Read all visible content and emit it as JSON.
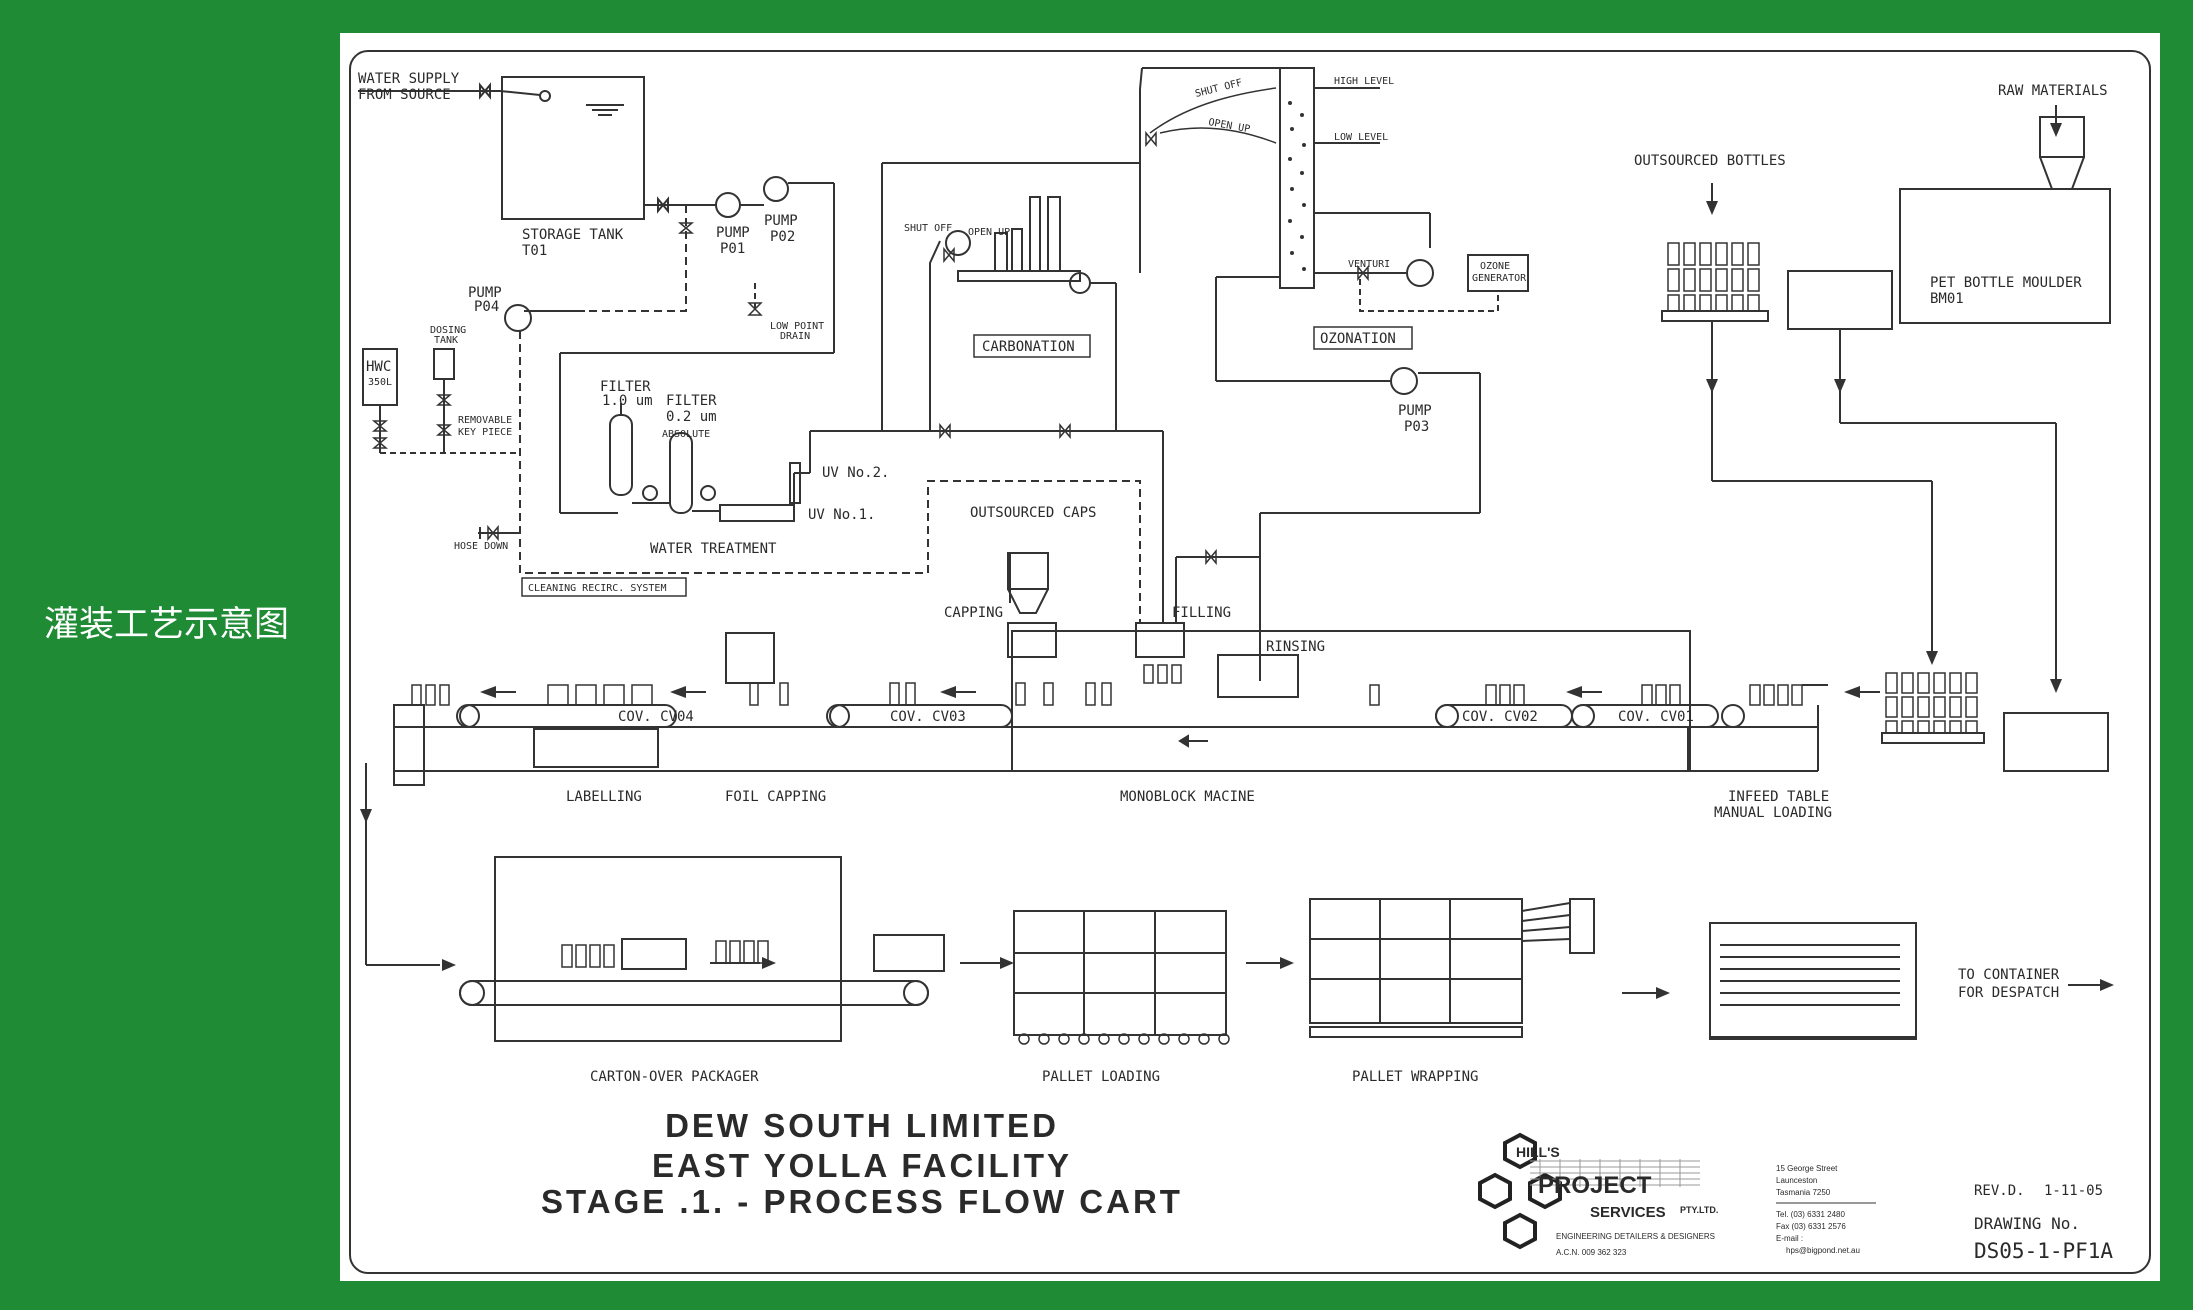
{
  "side_title": "灌装工艺示意图",
  "colors": {
    "background": "#1f8b34",
    "sheet": "#ffffff",
    "ink": "#2a2a2a"
  },
  "labels": {
    "water_supply": "WATER SUPPLY",
    "from_source": "FROM SOURCE",
    "storage_tank": "STORAGE TANK",
    "t01": "T01",
    "pump": "PUMP",
    "p01": "P01",
    "p02": "P02",
    "p03": "P03",
    "p04": "P04",
    "dosing": "DOSING",
    "tank": "TANK",
    "hwc": "HWC",
    "hwc_cap": "350L",
    "removable": "REMOVABLE",
    "key_piece": "KEY PIECE",
    "hose_down": "HOSE DOWN",
    "low_point": "LOW POINT",
    "drain": "DRAIN",
    "filter_1": "FILTER",
    "filter_1_size": "1.0 um",
    "filter_2": "FILTER",
    "filter_2_size": "0.2 um",
    "absolute": "ABSOLUTE",
    "uv2": "UV No.2.",
    "uv1": "UV No.1.",
    "water_treatment": "WATER TREATMENT",
    "cleaning": "CLEANING RECIRC. SYSTEM",
    "shut_off": "SHUT OFF",
    "open_up": "OPEN UP",
    "carbonation": "CARBONATION",
    "high_level": "HIGH LEVEL",
    "low_level": "LOW LEVEL",
    "venturi": "VENTURI",
    "ozone": "OZONE",
    "generator": "GENERATOR",
    "ozonation": "OZONATION",
    "outsourced_caps": "OUTSOURCED CAPS",
    "capping": "CAPPING",
    "filling": "FILLING",
    "rinsing": "RINSING",
    "outsourced_bottles": "OUTSOURCED BOTTLES",
    "raw_materials": "RAW MATERIALS",
    "pet_moulder": "PET BOTTLE MOULDER",
    "bm01": "BM01",
    "cv04": "COV. CV04",
    "cv03": "COV. CV03",
    "cv02": "COV. CV02",
    "cv01": "COV. CV01",
    "labelling": "LABELLING",
    "foil_capping": "FOIL CAPPING",
    "monoblock": "MONOBLOCK MACINE",
    "infeed_1": "INFEED TABLE",
    "infeed_2": "MANUAL LOADING",
    "carton": "CARTON-OVER PACKAGER",
    "pallet_loading": "PALLET LOADING",
    "pallet_wrapping": "PALLET WRAPPING",
    "to_container": "TO CONTAINER",
    "for_despatch": "FOR DESPATCH"
  },
  "title_block": {
    "line1": "DEW SOUTH LIMITED",
    "line2": "EAST YOLLA FACILITY",
    "line3": "STAGE .1. - PROCESS FLOW CART",
    "logo_hills": "HILL'S",
    "logo_project": "PROJECT",
    "logo_services": "SERVICES",
    "logo_pty": "PTY.LTD.",
    "logo_tagline": "ENGINEERING DETAILERS & DESIGNERS",
    "acn": "A.C.N.   009 362 323",
    "address_1": "15 George Street",
    "address_2": "Launceston",
    "address_3": "Tasmania   7250",
    "tel": "Tel.  (03)  6331 2480",
    "fax": "Fax  (03)  6331 2576",
    "email_label": "E-mail :",
    "email": "hps@bigpond.net.au",
    "rev": "REV.D.",
    "rev_date": "1-11-05",
    "drawing_no_label": "DRAWING No.",
    "drawing_no": "DS05-1-PF1A"
  }
}
